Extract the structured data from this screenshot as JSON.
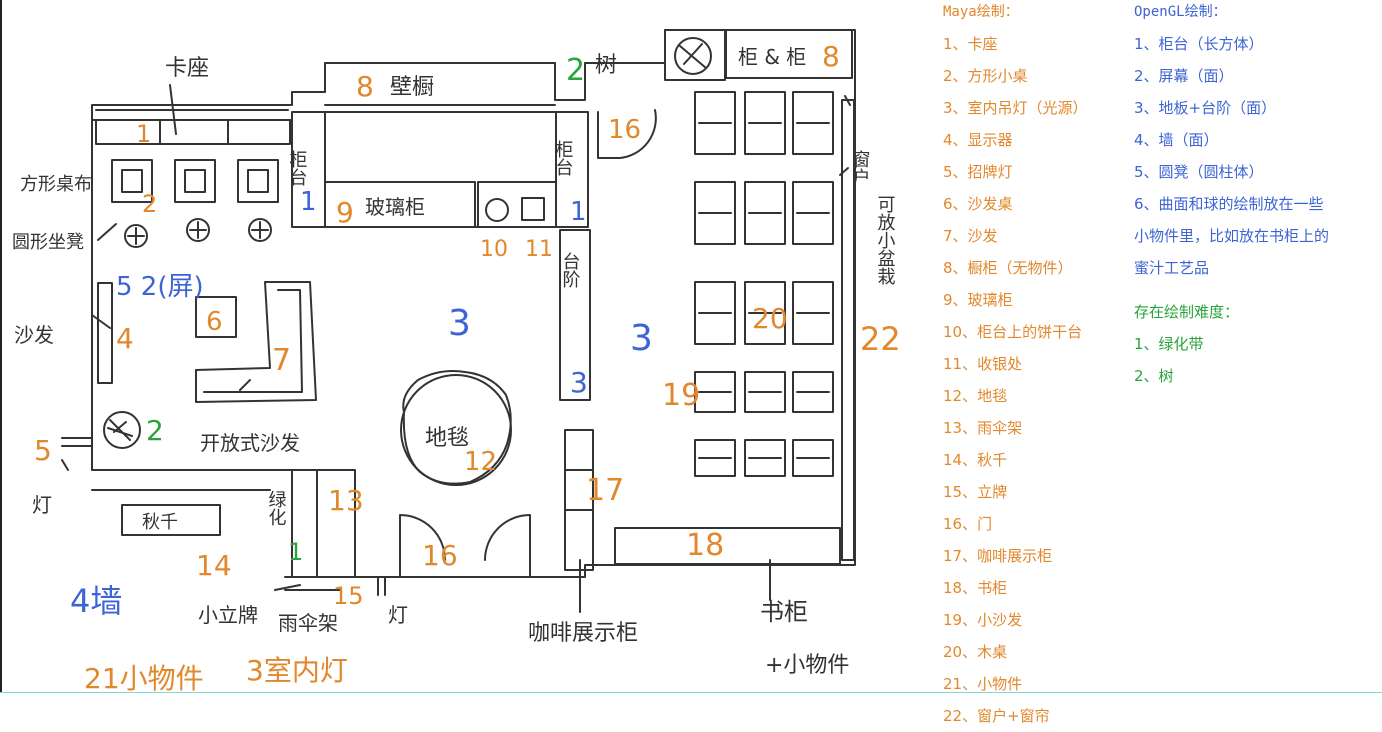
{
  "colors": {
    "orange": "#e2882c",
    "blue": "#3c64d4",
    "green": "#2aa43a",
    "ink": "#333333"
  },
  "sketch": {
    "ka_zuo": "卡座",
    "bi_chu": "壁橱",
    "shu": "树",
    "gui_ju": "柜 & 柜",
    "gui_tai": "柜台",
    "bo_li_gui": "玻璃柜",
    "fang_xing_zhuo_bu": "方形桌布",
    "yuan_xing_zuo_deng": "圆形坐凳",
    "sha_fa": "沙发",
    "kai_fang_shi_sha_fa": "开放式沙发",
    "di_tan": "地毯",
    "tai_jie": "台阶",
    "chuang_hu": "窗户",
    "ke_fang_xiao_pen_zai": "可放小盆栽",
    "deng": "灯",
    "qiu_qian": "秋千",
    "lv_hua": "绿化",
    "xiao_li_pai": "小立牌",
    "yu_san_jia": "雨伞架",
    "ka_fei_zhan_shi_gui": "咖啡展示柜",
    "shu_gui": "书柜",
    "plus_xiao_wu_jian": "+小物件",
    "n1": "1",
    "n2": "2",
    "n3": "3",
    "n4": "4",
    "n5": "5",
    "n6": "6",
    "n7": "7",
    "n8": "8",
    "n9": "9",
    "n10": "10",
    "n11": "11",
    "n12": "12",
    "n13": "13",
    "n14": "14",
    "n15": "15",
    "n16": "16",
    "n17": "17",
    "n18": "18",
    "n19": "19",
    "n20": "20",
    "n22": "22",
    "b5_2ping": "5 2(屏)",
    "si_qiang": "4墙",
    "xiao_wu_jian_21": "21小物件",
    "shi_nei_deng_3": "3室内灯"
  },
  "legend": {
    "maya": {
      "title": "Maya绘制：",
      "items": [
        "1、卡座",
        "2、方形小桌",
        "3、室内吊灯（光源）",
        "4、显示器",
        "5、招牌灯",
        "6、沙发桌",
        "7、沙发",
        "8、橱柜（无物件）",
        "9、玻璃柜",
        "10、柜台上的饼干台",
        "11、收银处",
        "12、地毯",
        "13、雨伞架",
        "14、秋千",
        "15、立牌",
        "16、门",
        "17、咖啡展示柜",
        "18、书柜",
        "19、小沙发",
        "20、木桌",
        "21、小物件",
        "22、窗户+窗帘"
      ]
    },
    "opengl": {
      "title": "OpenGL绘制：",
      "items": [
        "1、柜台（长方体）",
        "2、屏幕（面）",
        "3、地板+台阶（面）",
        "4、墙（面）",
        "5、圆凳（圆柱体）",
        "6、曲面和球的绘制放在一些",
        "小物件里，比如放在书柜上的",
        "蜜汁工艺品"
      ]
    },
    "difficulty": {
      "title": "存在绘制难度：",
      "items": [
        "1、绿化带",
        "2、树"
      ]
    }
  }
}
